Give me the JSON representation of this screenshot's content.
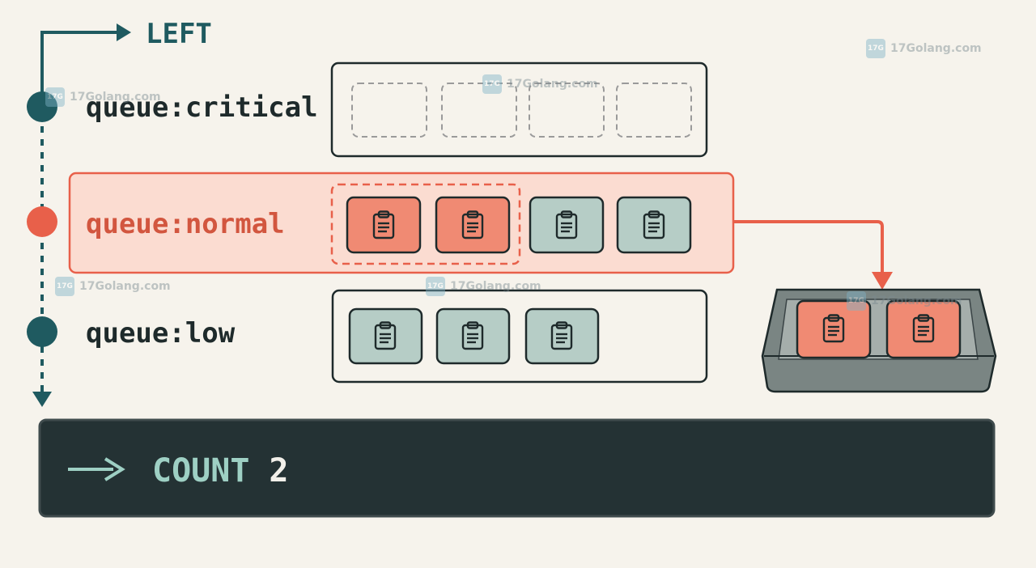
{
  "flow": {
    "direction_label": "LEFT"
  },
  "queues": [
    {
      "label": "queue:critical",
      "state": "idle",
      "slots": [
        "empty",
        "empty",
        "empty",
        "empty"
      ]
    },
    {
      "label": "queue:normal",
      "state": "active",
      "slots": [
        "claimed",
        "claimed",
        "pending",
        "pending"
      ]
    },
    {
      "label": "queue:low",
      "state": "idle",
      "slots": [
        "pending",
        "pending",
        "pending"
      ]
    }
  ],
  "tray": {
    "items": [
      "claimed",
      "claimed"
    ]
  },
  "result": {
    "label": "COUNT",
    "value": "2"
  },
  "watermark": {
    "text": "17Golang.com"
  },
  "colors": {
    "background": "#f6f3ec",
    "dark": "#1f5a60",
    "accent": "#e8604a",
    "accent_fill": "#f08a73",
    "pending_fill": "#b6cdc6",
    "panel": "#243234",
    "panel_text": "#9ed0c4"
  }
}
